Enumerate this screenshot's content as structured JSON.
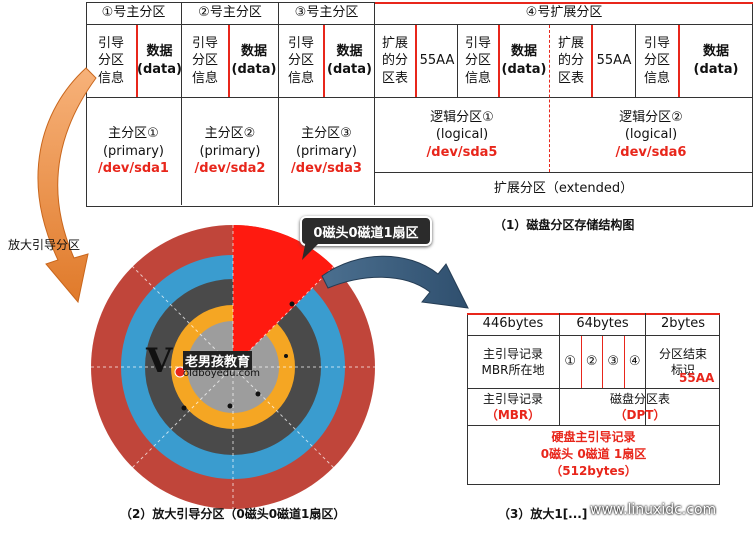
{
  "top_table": {
    "headers": [
      "①号主分区",
      "②号主分区",
      "③号主分区",
      "④号扩展分区"
    ],
    "boot_info": "引导\n分区\n信息",
    "data_label": "数据\n(data)",
    "partition_table": "扩展\n的分\n区表",
    "magic": "55AA",
    "primaries": [
      {
        "name": "主分区①",
        "type": "(primary)",
        "dev": "/dev/sda1"
      },
      {
        "name": "主分区②",
        "type": "(primary)",
        "dev": "/dev/sda2"
      },
      {
        "name": "主分区③",
        "type": "(primary)",
        "dev": "/dev/sda3"
      }
    ],
    "logicals": [
      {
        "name": "逻辑分区①",
        "type": "(logical)",
        "dev": "/dev/sda5"
      },
      {
        "name": "逻辑分区②",
        "type": "(logical)",
        "dev": "/dev/sda6"
      }
    ],
    "extended": "扩展分区（extended）"
  },
  "captions": {
    "c1": "（1）磁盘分区存储结构图",
    "c2": "（2）放大引导分区（0磁头0磁道1扇区）",
    "c3": "（3）放大1[...]"
  },
  "arrow_label": "放大引导分区",
  "callout": "0磁头0磁道1扇区",
  "logo": {
    "text": "老男孩教育",
    "url": "oldboyedu.com"
  },
  "watermark": "www.linuxidc.com",
  "mbr_table": {
    "sizes": [
      "446bytes",
      "64bytes",
      "2bytes"
    ],
    "boot_record": "主引导记录\nMBR所在地",
    "partition_nums": [
      "①",
      "②",
      "③",
      "④"
    ],
    "end_mark": "分区结束\n标识",
    "end_mark_value": "55AA",
    "mbr_label": "主引导记录",
    "mbr_abbr": "（MBR）",
    "dpt_label": "磁盘分区表",
    "dpt_abbr": "（DPT）",
    "summary": [
      "硬盘主引导记录",
      "0磁头 0磁道 1扇区",
      "（512bytes）"
    ]
  },
  "colors": {
    "ring_outer": "#c0453a",
    "ring_blue": "#3a9ccf",
    "ring_dark": "#4a4a4a",
    "ring_orange": "#f5a623",
    "accent": "#e8261b"
  }
}
